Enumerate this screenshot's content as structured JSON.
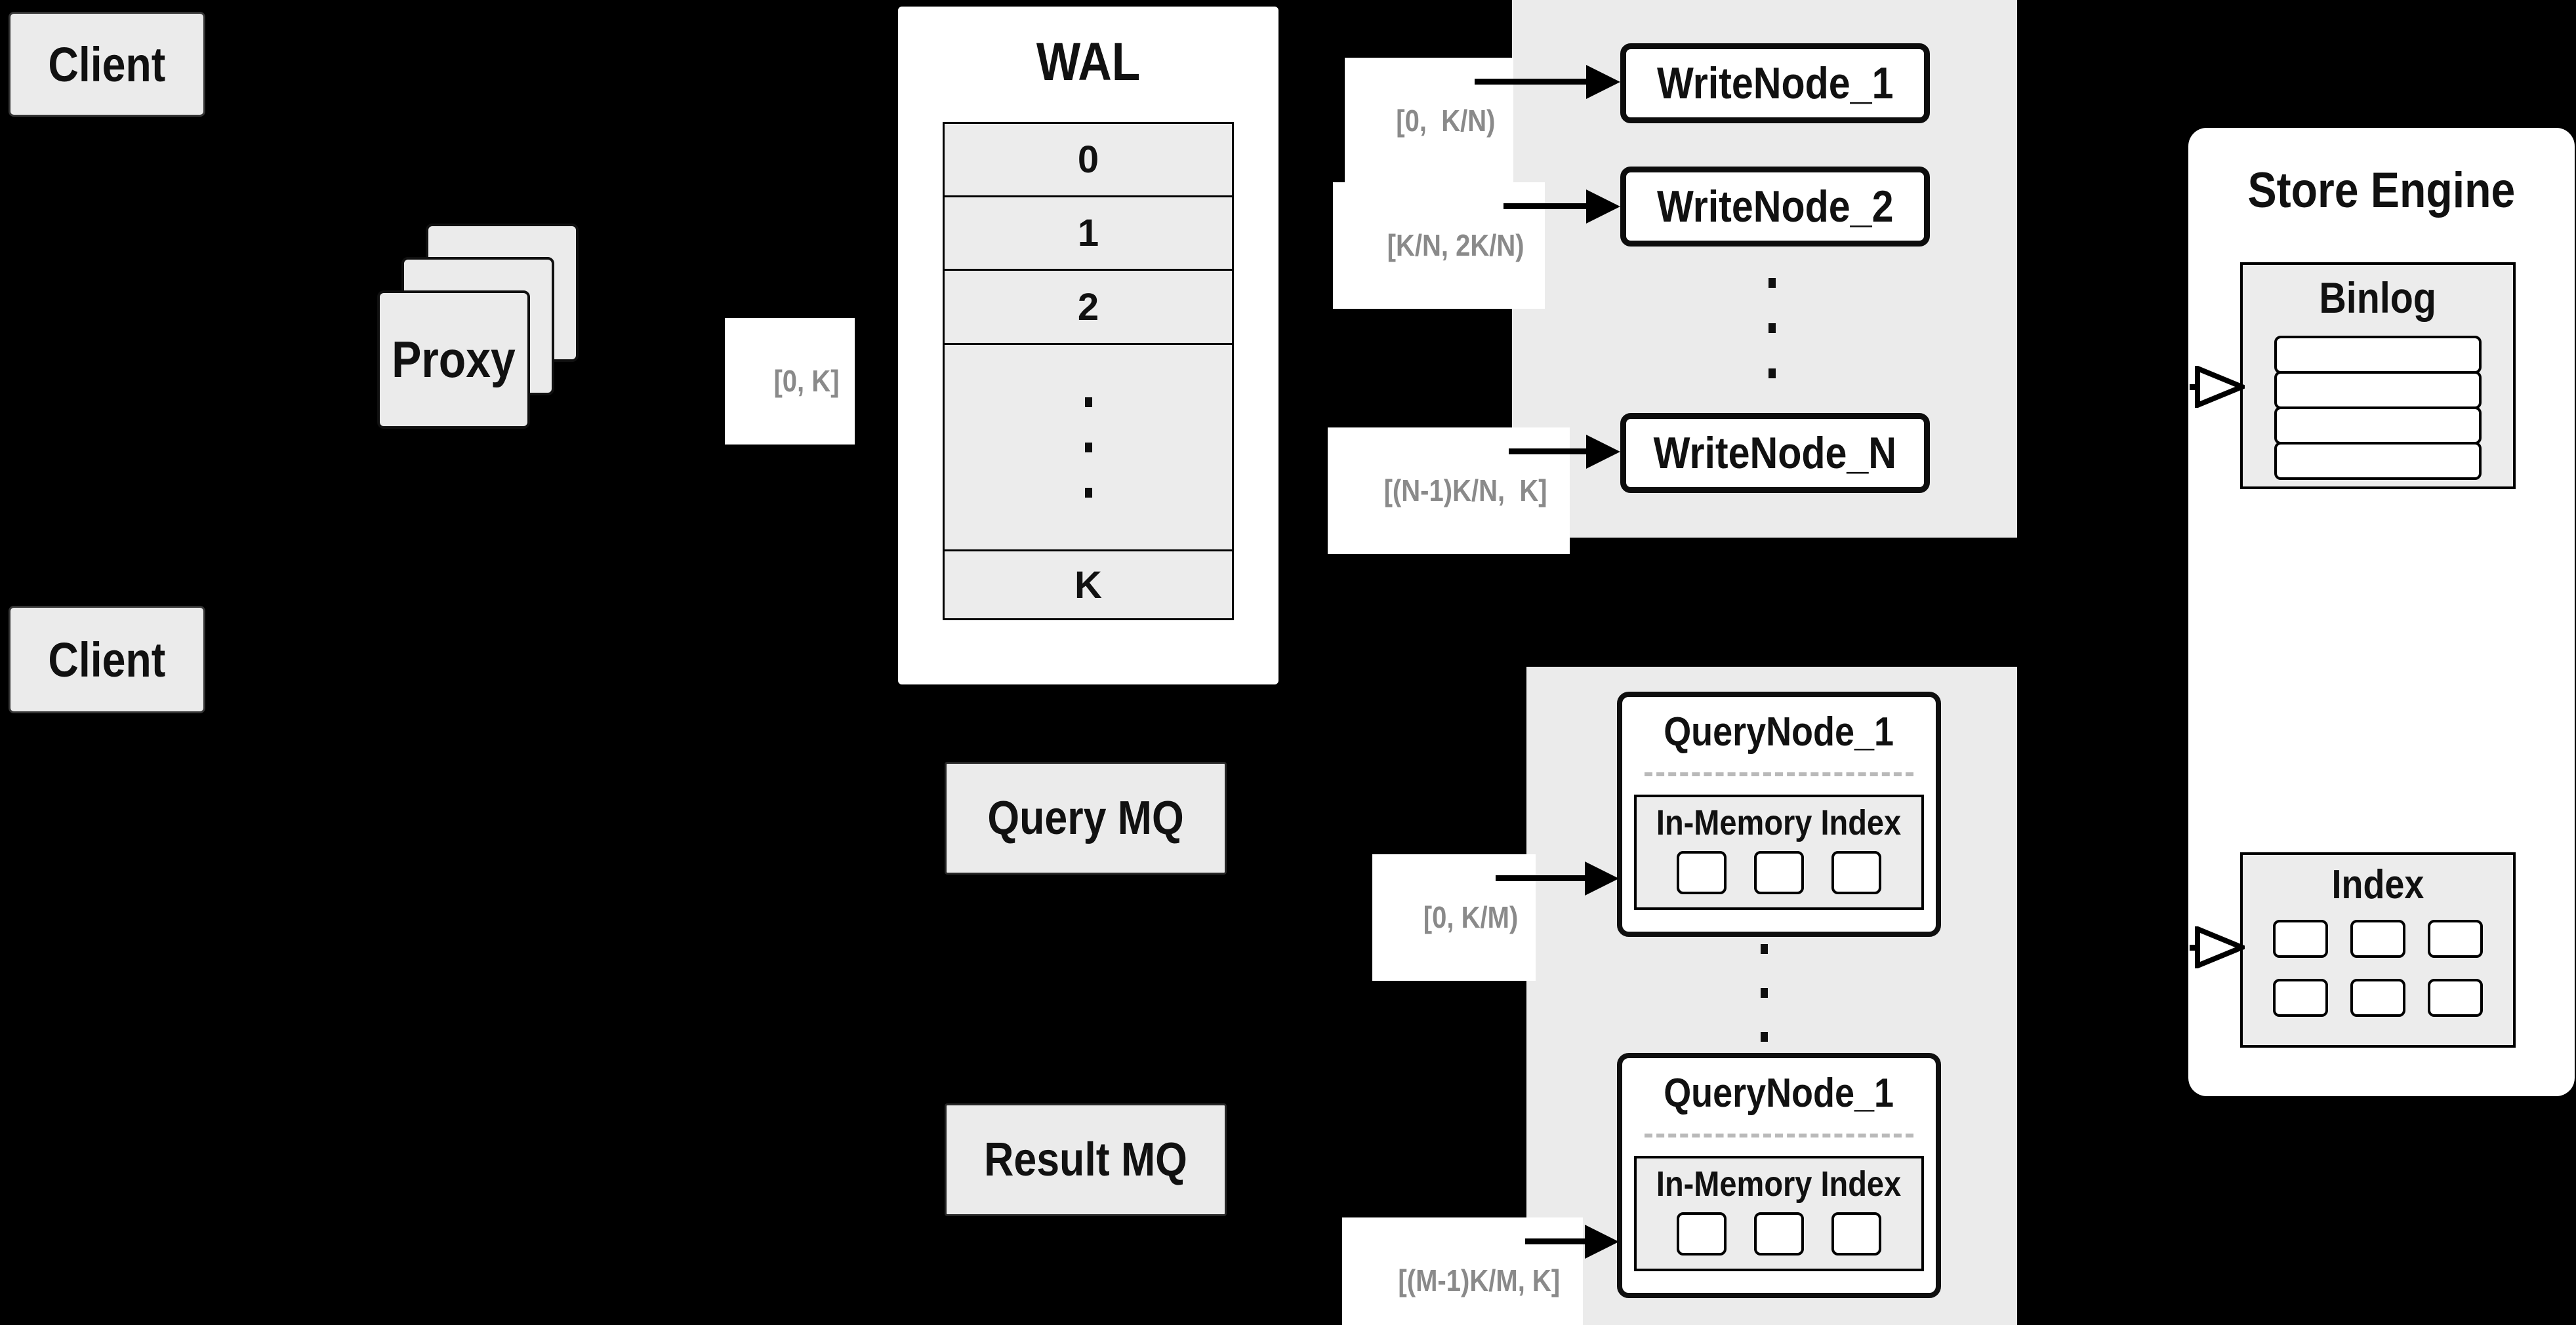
{
  "colors": {
    "background": "#000000",
    "panel_gray": "#ebebeb",
    "box_white": "#ffffff",
    "line_black": "#000000",
    "edge_label_text": "#8a8a8a",
    "text_black": "#111111"
  },
  "clients": {
    "top": "Client",
    "bottom": "Client"
  },
  "proxy": {
    "label": "Proxy",
    "range_label": "[0, K]"
  },
  "wal": {
    "title": "WAL",
    "segments": [
      "0",
      "1",
      "2"
    ],
    "last_segment": "K"
  },
  "write_section": {
    "nodes": [
      "WriteNode_1",
      "WriteNode_2",
      "WriteNode_N"
    ],
    "range_labels": [
      "[0,  K/N)",
      "[K/N, 2K/N)",
      "[(N-1)K/N,  K]"
    ]
  },
  "mq": {
    "query": "Query MQ",
    "result": "Result MQ"
  },
  "query_section": {
    "nodes": [
      {
        "title": "QueryNode_1",
        "inner_title": "In-Memory Index",
        "range_label": "[0, K/M)"
      },
      {
        "title": "QueryNode_1",
        "inner_title": "In-Memory Index",
        "range_label": "[(M-1)K/M, K]"
      }
    ]
  },
  "store_engine": {
    "title": "Store Engine",
    "binlog_title": "Binlog",
    "index_title": "Index",
    "binlog_rows": 4,
    "index_cells": 6
  }
}
